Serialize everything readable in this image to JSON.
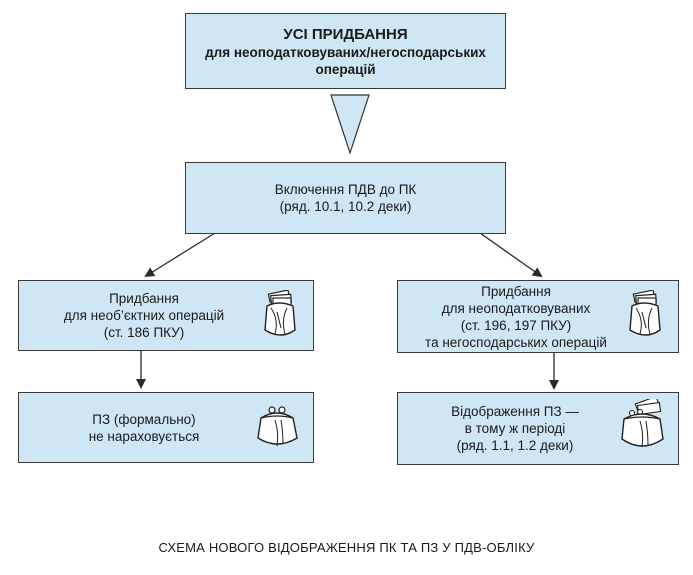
{
  "top_box": {
    "line1": "УСІ ПРИДБАННЯ",
    "line2": "для неоподатковуваних/негосподарських",
    "line3": "операцій"
  },
  "middle_box": {
    "line1": "Включення ПДВ до ПК",
    "line2": "(ряд. 10.1, 10.2 деки)"
  },
  "left_box": {
    "line1": "Придбання",
    "line2": "для необ’єктних операцій",
    "line3": "(ст. 186 ПКУ)"
  },
  "right_box": {
    "line1": "Придбання",
    "line2": "для неоподатковуваних",
    "line3": "(ст. 196, 197 ПКУ)",
    "line4": "та негосподарських операцій"
  },
  "bottom_left_box": {
    "line1": "ПЗ (формально)",
    "line2": "не нараховується"
  },
  "bottom_right_box": {
    "line1": "Відображення ПЗ —",
    "line2": "в тому ж періоді",
    "line3": "(ряд. 1.1, 1.2 деки)"
  },
  "icons": [
    "money-bag-icon",
    "money-bag-icon",
    "purse-icon",
    "purse-with-cash-icon"
  ],
  "caption": "СХЕМА НОВОГО ВІДОБРАЖЕННЯ ПК ТА ПЗ У ПДВ-ОБЛІКУ",
  "colors": {
    "box_fill": "#cfe6f5",
    "box_border": "#3a3a3a",
    "triangle_fill": "#cfe6f5"
  }
}
